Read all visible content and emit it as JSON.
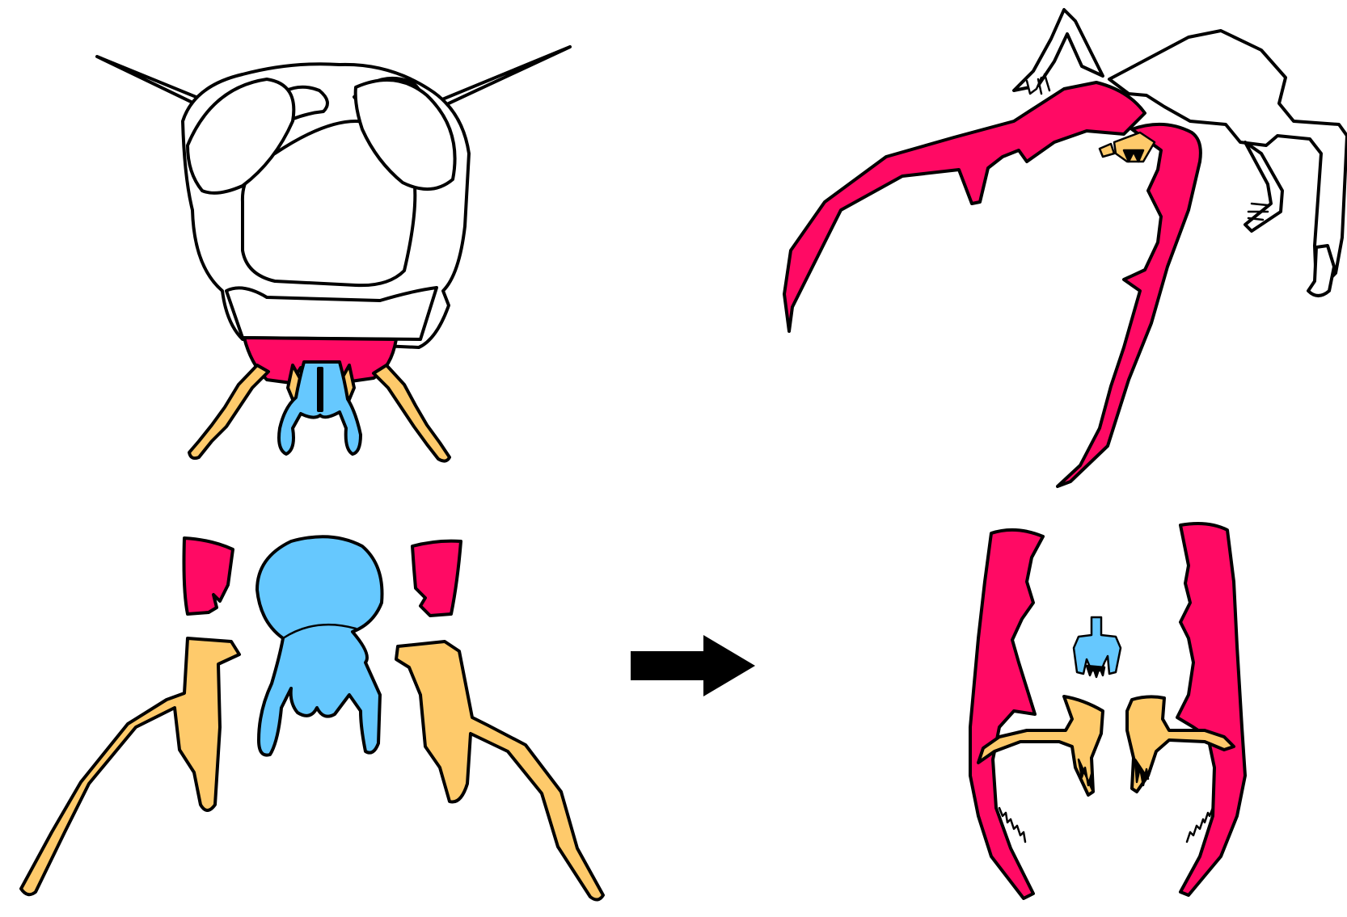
{
  "figure": {
    "panels": [
      {
        "id": "grasshopper-head-front",
        "position": "top-left"
      },
      {
        "id": "grasshopper-mouthparts-separated",
        "position": "bottom-left"
      },
      {
        "id": "stag-beetle-lateral",
        "position": "top-right"
      },
      {
        "id": "stag-beetle-mouthparts-separated",
        "position": "bottom-right"
      }
    ],
    "colors": {
      "mandible": "#FF0A64",
      "maxilla": "#FECA6B",
      "labium": "#66C8FE",
      "outline": "#000000",
      "background": "#FFFFFF"
    },
    "parts_legend_by_color": [
      {
        "part": "mandible",
        "color": "#FF0A64"
      },
      {
        "part": "maxilla",
        "color": "#FECA6B"
      },
      {
        "part": "labium",
        "color": "#66C8FE"
      }
    ],
    "arrow": {
      "direction": "right",
      "icon": "arrow-right-icon"
    }
  }
}
